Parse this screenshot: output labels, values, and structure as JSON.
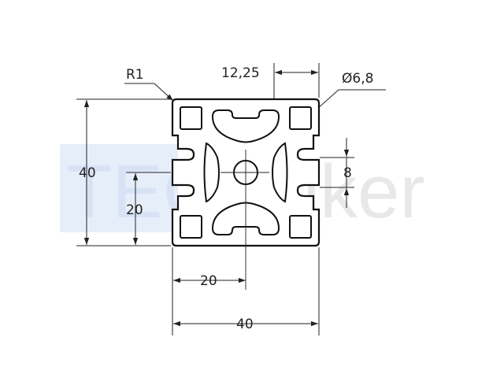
{
  "watermark": {
    "brand_left": "TEC",
    "brand_right": "walker",
    "colors": {
      "box": "#e6eefa",
      "box_text": "#d7e3f5",
      "text": "#e6e6e6"
    }
  },
  "dimensions": {
    "radius": "R1",
    "slot_offset": "12,25",
    "bore_diameter": "Ø6,8",
    "slot_width": "8",
    "height_total": "40",
    "height_half": "20",
    "width_half": "20",
    "width_total": "40"
  }
}
